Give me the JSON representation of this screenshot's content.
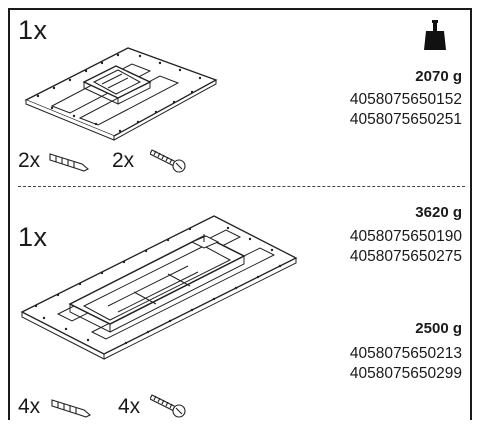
{
  "sections": [
    {
      "quantity": "1x",
      "weights": [
        {
          "weight": "2070 g",
          "codes": [
            "4058075650152",
            "4058075650251"
          ]
        }
      ],
      "hardware": [
        {
          "quantity": "2x",
          "icon": "wall-plug-icon"
        },
        {
          "quantity": "2x",
          "icon": "screw-icon"
        }
      ],
      "icon": "weight-icon"
    },
    {
      "quantity": "1x",
      "weights": [
        {
          "weight": "3620 g",
          "codes": [
            "4058075650190",
            "4058075650275"
          ]
        },
        {
          "weight": "2500 g",
          "codes": [
            "4058075650213",
            "4058075650299"
          ]
        }
      ],
      "hardware": [
        {
          "quantity": "4x",
          "icon": "wall-plug-icon"
        },
        {
          "quantity": "4x",
          "icon": "screw-icon"
        }
      ]
    }
  ]
}
